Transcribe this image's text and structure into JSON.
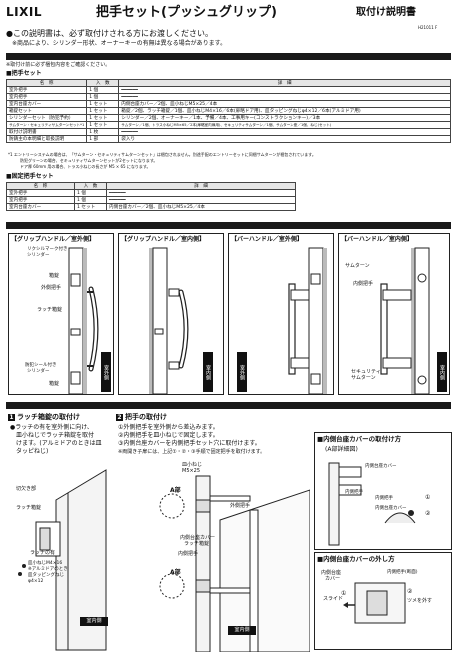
{
  "header": {
    "brand": "LIXIL",
    "title": "把手セット(プッシュグリップ)",
    "doc_type": "取付け説明書",
    "code": "H21011 F",
    "intro1": "●この説明書は、必ず取付けされる方にお渡しください。",
    "intro2": "※商品により、シリンダー形状、オーナーキーの有無は異なる場合があります。"
  },
  "sections": {
    "parts": "■梱包明細",
    "parts_note": "※取付け前に必ず梱包内容をご確認ください。",
    "set1": "■把手セット",
    "set1_note1": "*1 エントリーシステムの場合は、「サムターン・セキュリティサムターンセット」は梱包されません。別途手配のエントリーセットに同梱サムターンが梱包されています。",
    "set1_note2": "防犯グリーンの場合、セキュリティサムターンセットが2セットになります。",
    "set1_note3": "ドア厚 60mm 用の場合、トラス小ねじの長さが M5 × 65 になります。",
    "set2": "■固定把手セット",
    "complete": "■取付け完成図",
    "order": "■取付け順序"
  },
  "table1": {
    "headers": [
      "名　称",
      "入　数",
      "詳　細"
    ],
    "rows": [
      [
        "室外把手",
        "1 個",
        "━━━━━━"
      ],
      [
        "室内把手",
        "1 個",
        "━━━━━━"
      ],
      [
        "室内台座カバー",
        "1 セット",
        "内側台座カバー／2個、皿小ねじM5×25／4本"
      ],
      [
        "箱錠セット",
        "1 セット",
        "箱錠／2個、ラッチ箱錠／1個、皿小ねじM4×16／6本(扉略ドア用)、皿タッピングねじφ4×12／6本(アルミドア用)"
      ],
      [
        "シリンダーセット（防犯予約）",
        "1 セット",
        "シリンダー／2個、オーナーキー／1本、予備／4本、工事用キー(コンストラクションキー)／3本"
      ],
      [
        "サムターン・セキュリティサムターンセット*1",
        "1 セット",
        "サムターン／1個、トラス小ねじM5×65／2本(扉略室内扉用)、セキュリティサムターン／1個、サムターン座／1個、ねじ(セット)"
      ],
      [
        "取付け説明書",
        "1 枚",
        "━━━━━━"
      ],
      [
        "防錆主の本明細と取扱説明",
        "1 部",
        "袋入り"
      ]
    ]
  },
  "table2": {
    "headers": [
      "名　称",
      "入　数",
      "詳　細"
    ],
    "rows": [
      [
        "室外把手",
        "1 個",
        "━━━━━━"
      ],
      [
        "室内把手",
        "1 個",
        "━━━━━━"
      ],
      [
        "室内台座カバー",
        "1 セット",
        "内側台座カバー／2個、皿小ねじM5×25／4本"
      ]
    ]
  },
  "complete_views": [
    {
      "title": "【グリップハンドル／室外側】",
      "labels": [
        "リクシルマーク付き",
        "シリンダー",
        "箱錠",
        "外側把手",
        "ラッチ箱錠",
        "防犯シール付き",
        "シリンダー",
        "箱錠"
      ],
      "side": "室外側"
    },
    {
      "title": "【グリップハンドル／室内側】",
      "labels": [],
      "side": "室内側"
    },
    {
      "title": "【バーハンドル／室外側】",
      "labels": [],
      "side": "室外側"
    },
    {
      "title": "【バーハンドル／室内側】",
      "labels": [
        "サムターン",
        "内側把手",
        "セキュリティ",
        "サムターン"
      ],
      "side": "室内側"
    }
  ],
  "step1": {
    "num": "1",
    "title": "ラッチ箱錠の取付け",
    "desc": [
      "●ラッチの有を室外側に向け、",
      "皿小ねじでラッチ箱錠を取付",
      "けます。(アルミドアのときは皿",
      "タッピねじ)"
    ],
    "labels": [
      "切欠き部",
      "ラッチ箱錠",
      "ラッチの有",
      "皿小ねじM4×16",
      "※アルミドアのとき",
      "皿タッピングねじ",
      "φ4×12"
    ],
    "side": "室内側"
  },
  "step2": {
    "num": "2",
    "title": "把手の取付け",
    "desc": [
      "①外側把手を室外側から差込みます。",
      "②内側把手を皿小ねじで固定します。",
      "③内側台座カバーを内側把手セット穴に取付けます。",
      "※両開き子扉には、上記①・②・③手順で固定把手を取付けます。"
    ],
    "labels": [
      "皿小ねじ",
      "M5×25",
      "A部",
      "外側把手",
      "内側台座カバー",
      "ラッチ箱錠",
      "内側把手",
      "A部"
    ],
    "side": "室内側"
  },
  "panel_install": {
    "title": "■内側台座カバーの取付け方",
    "subtitle": "(A部詳細図)",
    "labels": [
      "内側台座カバー",
      "内側把手",
      "内側把手",
      "内側台座カバー"
    ],
    "steps": [
      "①",
      "②"
    ]
  },
  "panel_remove": {
    "title": "■内側台座カバーの外し方",
    "labels": [
      "内側台座",
      "カバー",
      "内側把手(断面)",
      "スライド",
      "ツメを外す"
    ],
    "steps": [
      "①",
      "②"
    ]
  }
}
